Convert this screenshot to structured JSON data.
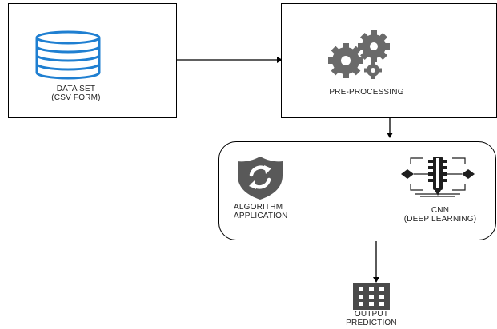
{
  "diagram": {
    "nodes": {
      "dataset": {
        "label_line1": "DATA SET",
        "label_line2": "(CSV FORM)",
        "icon": "database-icon"
      },
      "preprocessing": {
        "label": "PRE-PROCESSING",
        "icon": "gears-icon"
      },
      "algorithm": {
        "label_line1": "ALGORITHM",
        "label_line2": "APPLICATION",
        "icon": "shield-refresh-icon"
      },
      "cnn": {
        "label_line1": "CNN",
        "label_line2": "(DEEP LEARNING)",
        "icon": "neural-network-icon"
      },
      "output": {
        "label_line1": "OUTPUT",
        "label_line2": "PREDICTION",
        "icon": "grid-building-icon"
      }
    },
    "edges": [
      {
        "from": "dataset",
        "to": "preprocessing"
      },
      {
        "from": "preprocessing",
        "to": "model-group"
      },
      {
        "from": "model-group",
        "to": "output"
      }
    ],
    "colors": {
      "icon_blue": "#1f7fd1",
      "icon_gray": "#5c5c5c",
      "icon_dark": "#1e1e1e",
      "line": "#000000"
    }
  }
}
